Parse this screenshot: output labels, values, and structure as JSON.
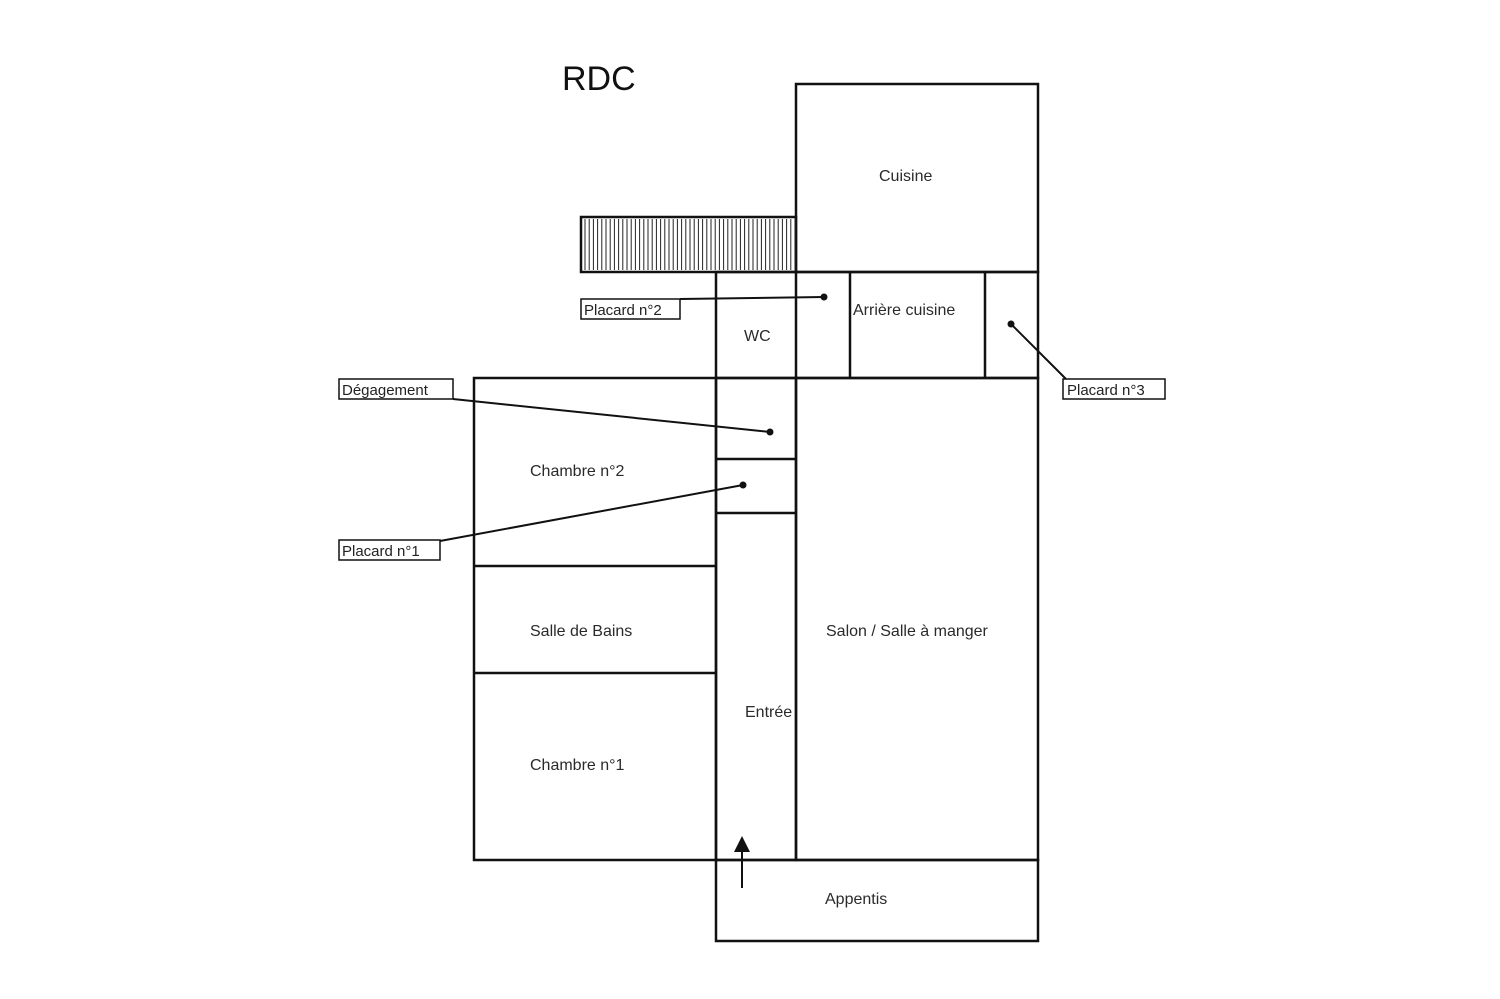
{
  "title": "RDC",
  "rooms": {
    "cuisine": "Cuisine",
    "arriere_cuisine": "Arrière cuisine",
    "wc": "WC",
    "chambre2": "Chambre n°2",
    "salle_de_bains": "Salle de Bains",
    "chambre1": "Chambre n°1",
    "entree": "Entrée",
    "salon": "Salon / Salle à manger",
    "appentis": "Appentis"
  },
  "callouts": {
    "placard2": "Placard n°2",
    "placard3": "Placard n°3",
    "degagement": "Dégagement",
    "placard1": "Placard n°1"
  },
  "colors": {
    "line": "#111111",
    "text": "#2a2a2a",
    "background": "#ffffff"
  }
}
